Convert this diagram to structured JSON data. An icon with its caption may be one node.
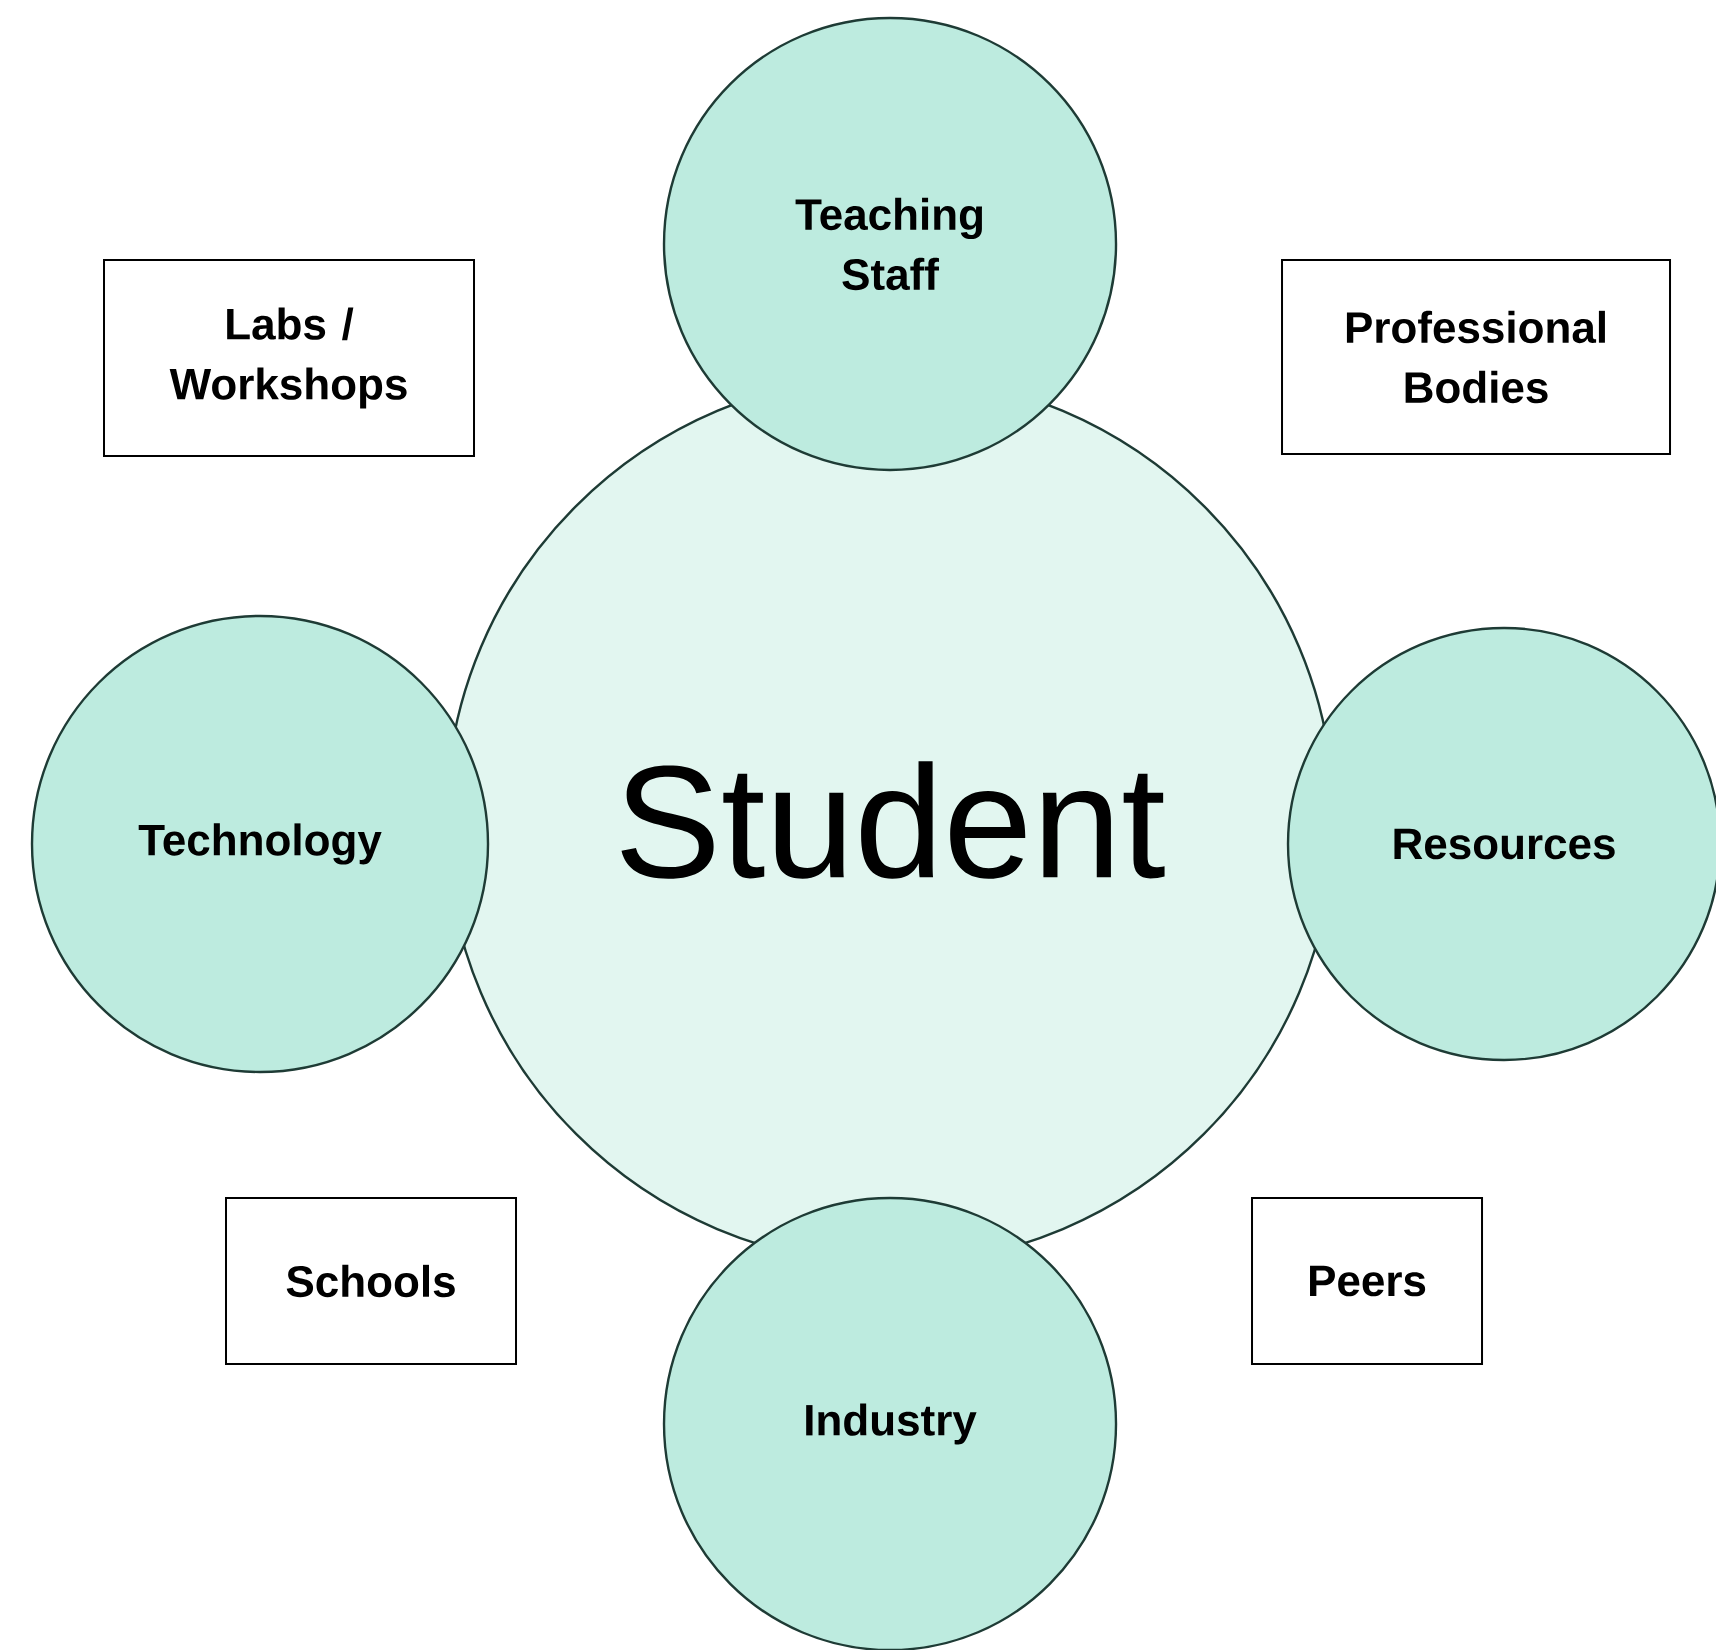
{
  "diagram": {
    "nodes": [
      {
        "text": [
          "Teaching Staff"
        ]
      },
      {
        "text": [
          "Labs / Workshops"
        ]
      },
      {
        "text": [
          "Professional Bodies"
        ]
      },
      {
        "text": [
          "Student"
        ]
      },
      {
        "text": [
          "Technology"
        ]
      },
      {
        "text": [
          "Resources"
        ]
      },
      {
        "text": [
          "Schools"
        ]
      },
      {
        "text": [
          "Peers"
        ]
      },
      {
        "text": [
          "Industry"
        ]
      }
    ]
  }
}
